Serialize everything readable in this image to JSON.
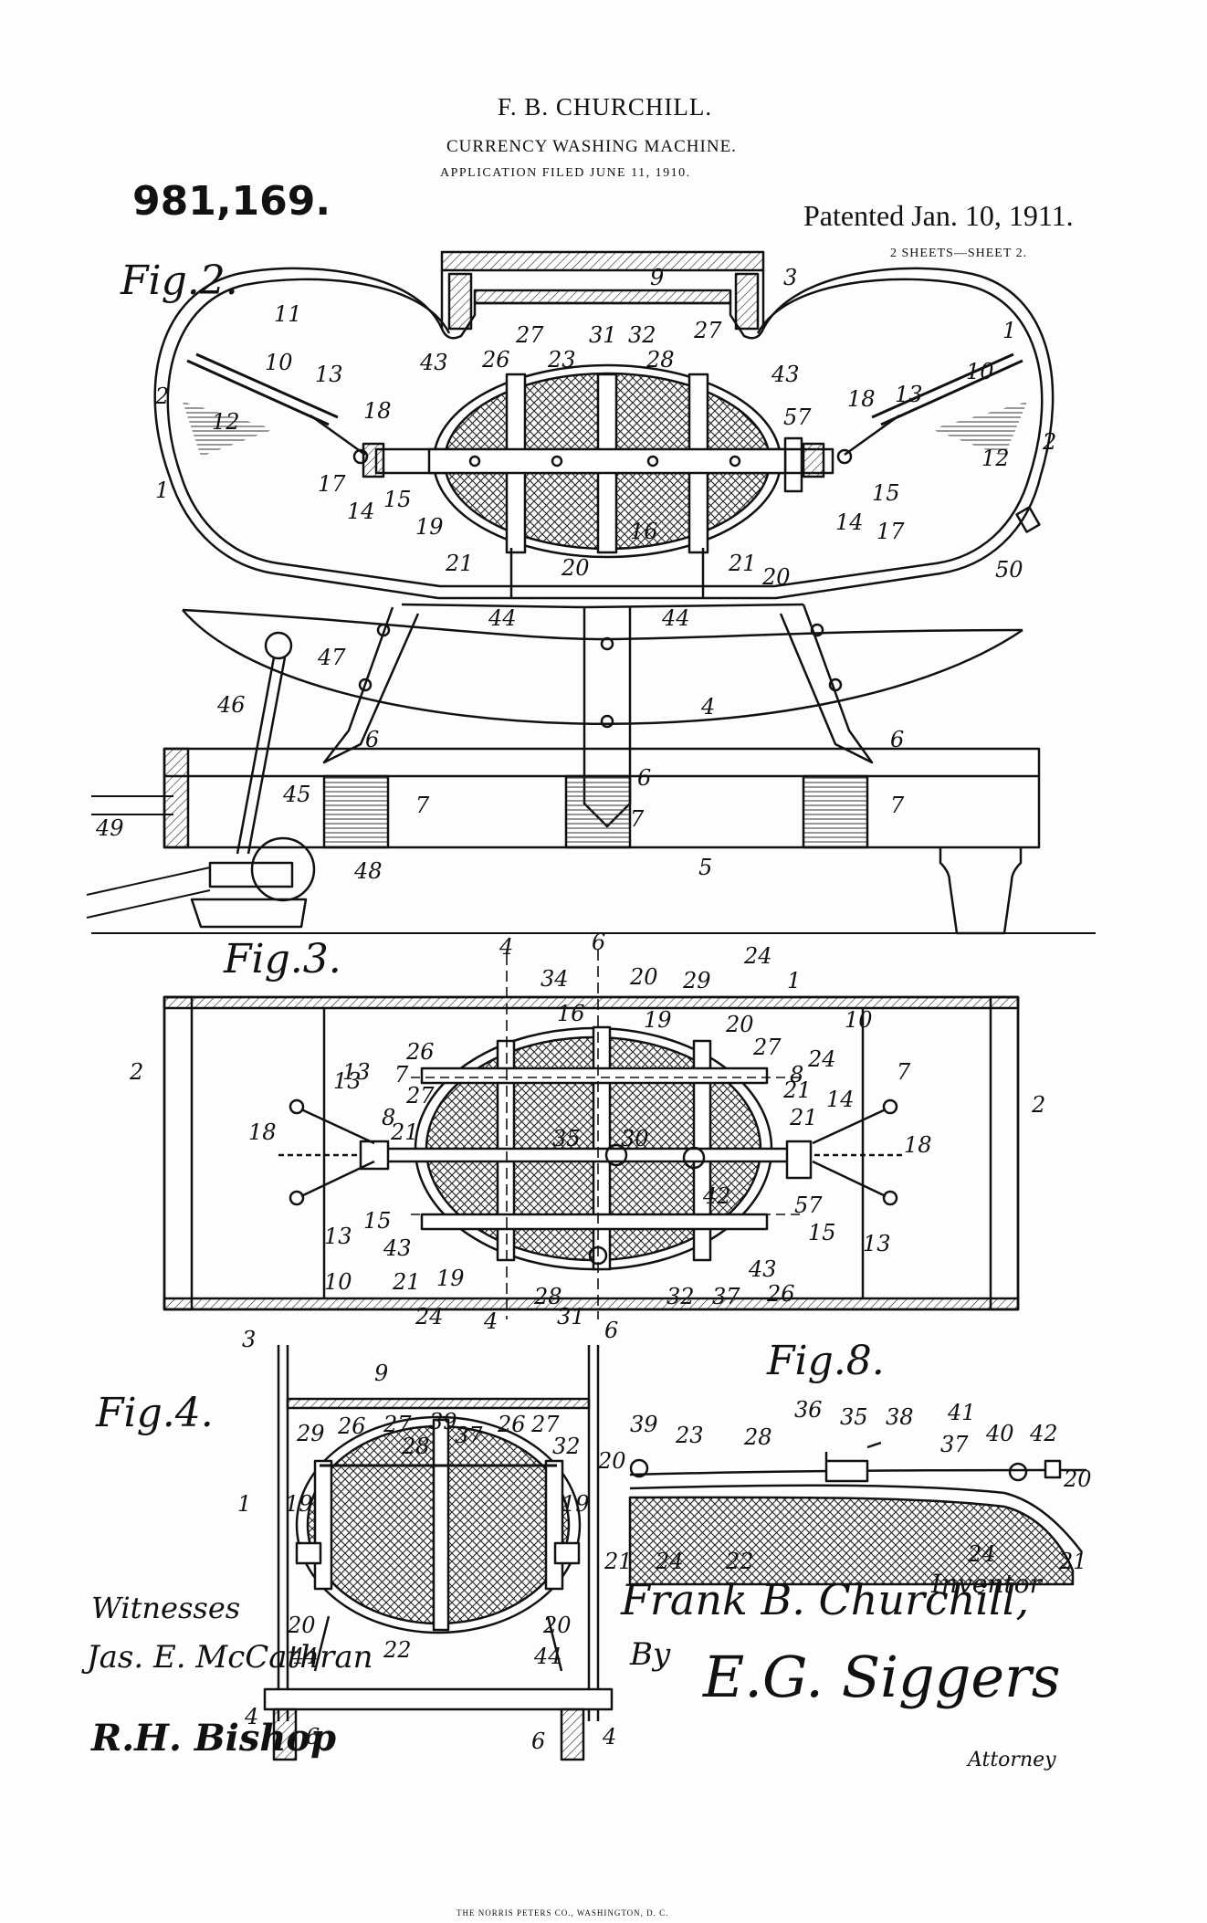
{
  "header": {
    "inventor": "F. B. CHURCHILL.",
    "title": "CURRENCY WASHING MACHINE.",
    "filed": "APPLICATION FILED JUNE 11, 1910.",
    "number": "981,169.",
    "patented": "Patented Jan. 10, 1911.",
    "sheets": "2 SHEETS—SHEET 2."
  },
  "figures": {
    "fig2": "Fig.2.",
    "fig3": "Fig.3.",
    "fig4": "Fig.4.",
    "fig8": "Fig.8."
  },
  "fig2_labels": [
    "9",
    "3",
    "11",
    "1",
    "27",
    "31",
    "32",
    "27",
    "10",
    "13",
    "43",
    "26",
    "23",
    "28",
    "43",
    "2",
    "12",
    "18",
    "57",
    "18",
    "13",
    "10",
    "17",
    "14",
    "15",
    "1",
    "19",
    "21",
    "20",
    "16",
    "21",
    "20",
    "15",
    "14",
    "17",
    "12",
    "2",
    "50",
    "44",
    "44",
    "47",
    "46",
    "4",
    "6",
    "6",
    "45",
    "7",
    "6",
    "7",
    "7",
    "49",
    "48",
    "5"
  ],
  "fig3_labels": [
    "4",
    "6",
    "24",
    "34",
    "20",
    "29",
    "1",
    "16",
    "19",
    "20",
    "10",
    "26",
    "27",
    "24",
    "2",
    "13",
    "7",
    "27",
    "8",
    "21",
    "21",
    "8",
    "7",
    "13",
    "14",
    "2",
    "18",
    "21",
    "35",
    "30",
    "18",
    "13",
    "15",
    "57",
    "13",
    "43",
    "42",
    "15",
    "10",
    "21",
    "19",
    "43",
    "26",
    "24",
    "4",
    "28",
    "31",
    "32",
    "37",
    "6"
  ],
  "fig4_labels": [
    "3",
    "9",
    "29",
    "26",
    "27",
    "39",
    "37",
    "26",
    "27",
    "28",
    "32",
    "1",
    "19",
    "19",
    "20",
    "20",
    "44",
    "22",
    "44",
    "4",
    "6",
    "6",
    "4"
  ],
  "fig8_labels": [
    "36",
    "35",
    "38",
    "41",
    "39",
    "23",
    "28",
    "37",
    "40",
    "42",
    "20",
    "20",
    "21",
    "24",
    "22",
    "24",
    "21"
  ],
  "signatures": {
    "witnesses": "Witnesses",
    "witness1": "Jas. E. McCathran",
    "witness2": "R.H. Bishop",
    "inventor_label": "Inventor",
    "inventor_name": "Frank B. Churchill,",
    "by": "By",
    "attorney_name": "E.G. Siggers",
    "attorney_label": "Attorney"
  },
  "printer": "THE NORRIS PETERS CO., WASHINGTON, D. C."
}
